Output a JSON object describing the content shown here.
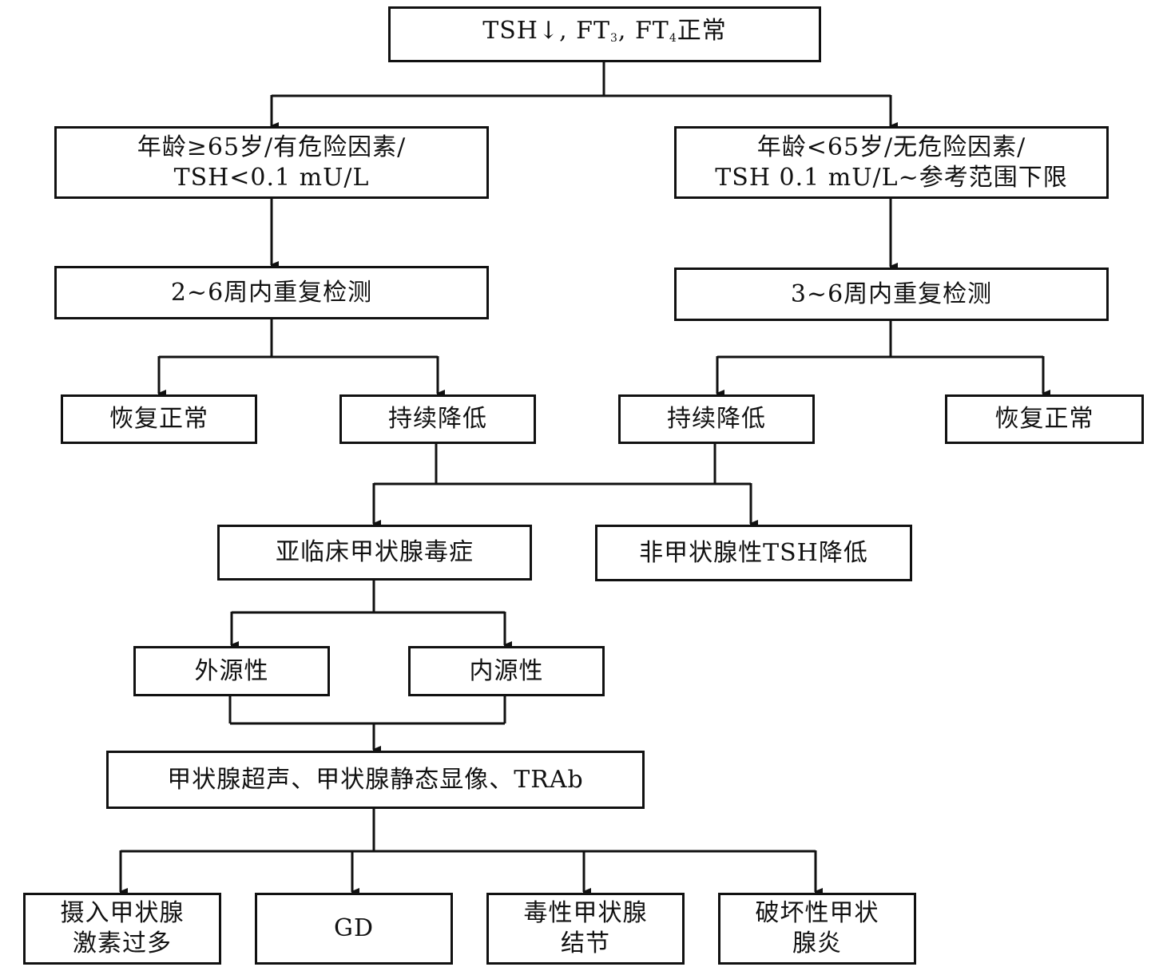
{
  "nodes": {
    "root": {
      "pre": "TSH↓, FT",
      "s1": "3",
      "mid": ", FT",
      "s2": "4",
      "post": "正常"
    },
    "left_criteria": {
      "line1": "年龄≥65岁/有危险因素/",
      "line2": "TSH<0.1 mU/L"
    },
    "right_criteria": {
      "line1": "年龄<65岁/无危险因素/",
      "line2": "TSH 0.1 mU/L~参考范围下限"
    },
    "left_retest": "2~6周内重复检测",
    "right_retest": "3~6周内重复检测",
    "left_recover": "恢复正常",
    "left_persist": "持续降低",
    "right_persist": "持续降低",
    "right_recover": "恢复正常",
    "subclinical": "亚临床甲状腺毒症",
    "non_thyroid": "非甲状腺性TSH降低",
    "exogenous": "外源性",
    "endogenous": "内源性",
    "tests": "甲状腺超声、甲状腺静态显像、TRAb",
    "excess_hormone": {
      "line1": "摄入甲状腺",
      "line2": "激素过多"
    },
    "gd": "GD",
    "toxic_nodule": {
      "line1": "毒性甲状腺",
      "line2": "结节"
    },
    "destructive": {
      "line1": "破坏性甲状",
      "line2": "腺炎"
    }
  },
  "colors": {
    "stroke": "#111111",
    "background": "#ffffff"
  }
}
